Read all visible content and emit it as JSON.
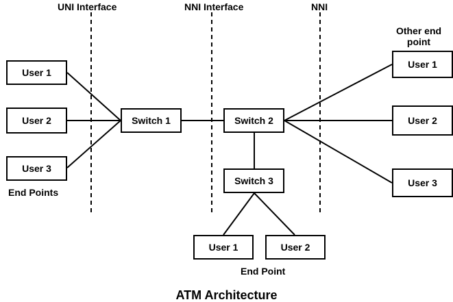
{
  "diagram": {
    "title": "ATM Architecture",
    "boundaries": [
      {
        "id": "uni",
        "label": "UNI Interface"
      },
      {
        "id": "nni_interface",
        "label": "NNI Interface"
      },
      {
        "id": "nni",
        "label": "NNI"
      }
    ],
    "nodes": [
      {
        "id": "left_user1",
        "label": "User 1"
      },
      {
        "id": "left_user2",
        "label": "User 2"
      },
      {
        "id": "left_user3",
        "label": "User 3"
      },
      {
        "id": "switch1",
        "label": "Switch 1"
      },
      {
        "id": "switch2",
        "label": "Switch 2"
      },
      {
        "id": "switch3",
        "label": "Switch 3"
      },
      {
        "id": "right_user1",
        "label": "User 1"
      },
      {
        "id": "right_user2",
        "label": "User 2"
      },
      {
        "id": "right_user3",
        "label": "User 3"
      },
      {
        "id": "bottom_user1",
        "label": "User 1"
      },
      {
        "id": "bottom_user2",
        "label": "User 2"
      }
    ],
    "group_labels": [
      {
        "id": "end_points",
        "label": "End Points"
      },
      {
        "id": "other_end_point",
        "label": "Other end point"
      },
      {
        "id": "end_point",
        "label": "End Point"
      }
    ],
    "edges": [
      {
        "from": "left_user1",
        "to": "switch1"
      },
      {
        "from": "left_user2",
        "to": "switch1"
      },
      {
        "from": "left_user3",
        "to": "switch1"
      },
      {
        "from": "switch1",
        "to": "switch2"
      },
      {
        "from": "switch2",
        "to": "right_user1"
      },
      {
        "from": "switch2",
        "to": "right_user2"
      },
      {
        "from": "switch2",
        "to": "right_user3"
      },
      {
        "from": "switch2",
        "to": "switch3"
      },
      {
        "from": "switch3",
        "to": "bottom_user1"
      },
      {
        "from": "switch3",
        "to": "bottom_user2"
      }
    ]
  }
}
